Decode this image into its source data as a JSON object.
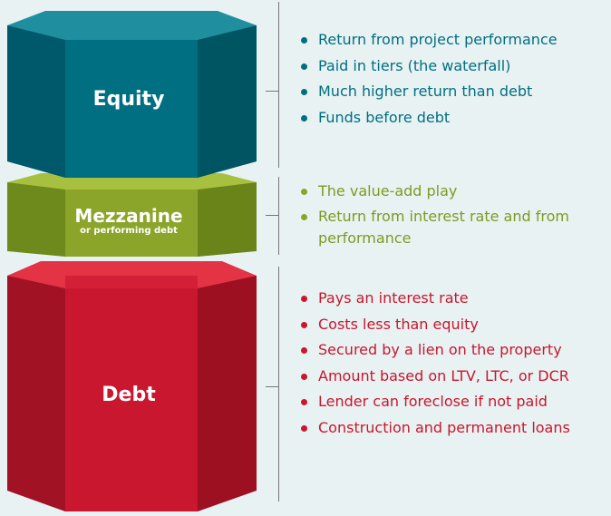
{
  "tiers": [
    {
      "key": "equity",
      "label": "Equity",
      "sublabel": "",
      "color": "#006f82",
      "bullets": [
        "Return from project performance",
        "Paid in tiers (the waterfall)",
        "Much higher return than debt",
        "Funds before debt"
      ]
    },
    {
      "key": "mezzanine",
      "label": "Mezzanine",
      "sublabel": "or performing debt",
      "color": "#8aa52a",
      "bullets": [
        "The value-add play",
        "Return from interest rate and from performance"
      ]
    },
    {
      "key": "debt",
      "label": "Debt",
      "sublabel": "",
      "color": "#c8172e",
      "bullets": [
        "Pays an interest rate",
        "Costs less than equity",
        "Secured by a lien on the property",
        "Amount based on LTV, LTC, or DCR",
        "Lender can foreclose if not paid",
        "Construction and permanent loans"
      ]
    }
  ],
  "colors": {
    "background": "#e8f2f3",
    "equity": {
      "front": "#006f82",
      "side_left": "#00596a",
      "side_right": "#005563",
      "top": "#1f8fa0"
    },
    "mezzanine": {
      "front": "#8aa52a",
      "side_left": "#6f8a1c",
      "side_right": "#6a8419",
      "top": "#a8c040"
    },
    "debt": {
      "front": "#c8172e",
      "side_left": "#a11224",
      "side_right": "#9c1021",
      "top": "#e33345"
    }
  }
}
